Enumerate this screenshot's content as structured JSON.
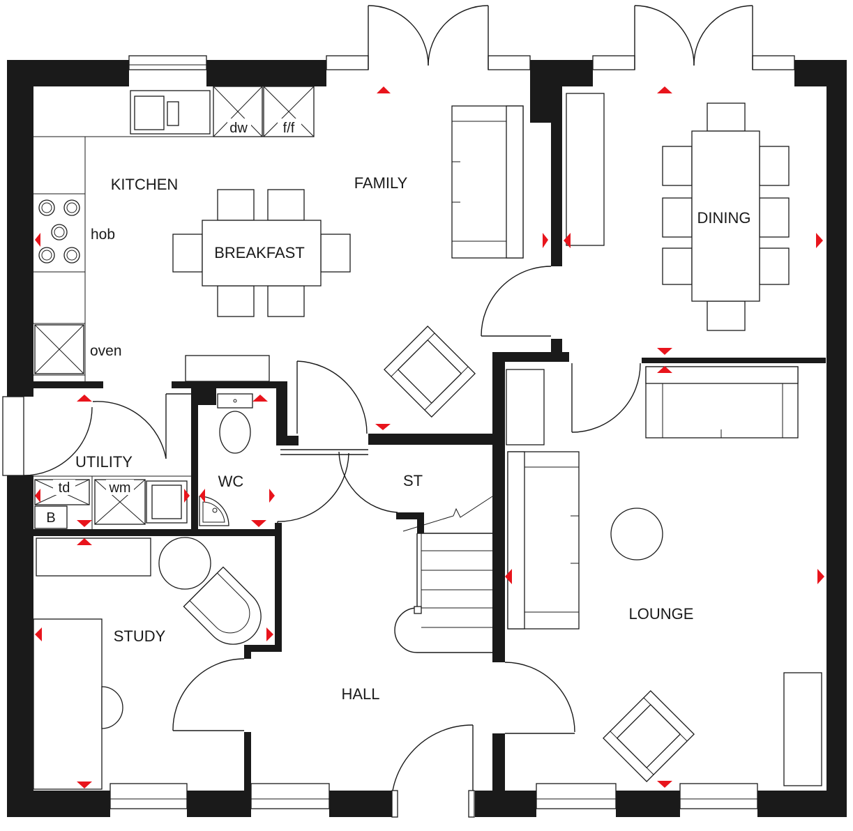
{
  "rooms": {
    "kitchen": "KITCHEN",
    "family": "FAMILY",
    "breakfast": "BREAKFAST",
    "dining": "DINING",
    "utility": "UTILITY",
    "wc": "WC",
    "st": "ST",
    "study": "STUDY",
    "hall": "HALL",
    "lounge": "LOUNGE"
  },
  "fixtures": {
    "hob": "hob",
    "oven": "oven",
    "dishwasher": "dw",
    "fridge_freezer": "f/f",
    "tumble_dryer": "td",
    "washing_machine": "wm",
    "boiler": "B"
  },
  "colors": {
    "wall": "#1a1a1a",
    "marker": "#e8141c",
    "background": "#ffffff"
  }
}
